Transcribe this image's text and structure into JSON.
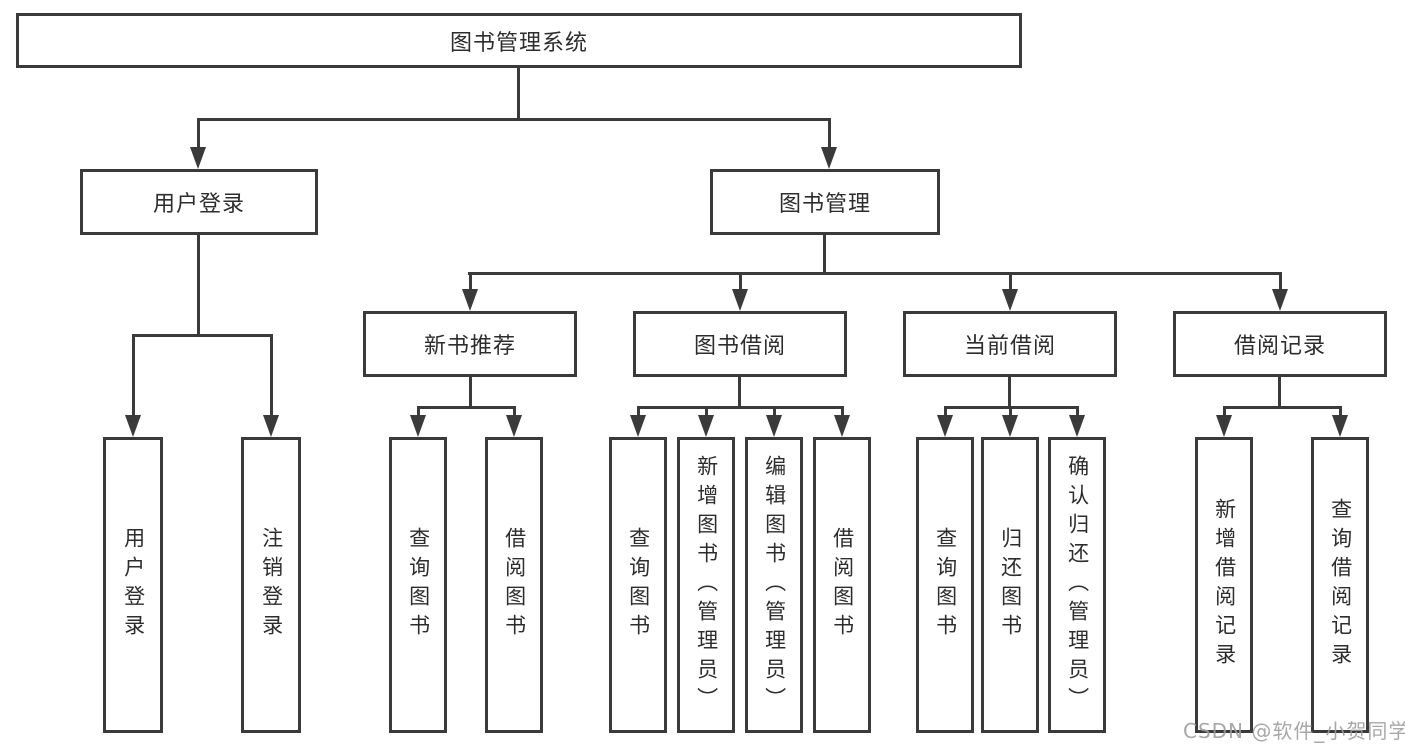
{
  "diagram": {
    "root": {
      "label": "图书管理系统"
    },
    "branches": [
      {
        "label": "用户登录",
        "children": [
          {
            "label": "用户登录"
          },
          {
            "label": "注销登录"
          }
        ]
      },
      {
        "label": "图书管理",
        "children": [
          {
            "label": "新书推荐",
            "children": [
              {
                "label": "查询图书"
              },
              {
                "label": "借阅图书"
              }
            ]
          },
          {
            "label": "图书借阅",
            "children": [
              {
                "label": "查询图书"
              },
              {
                "label": "新增图书（管理员）"
              },
              {
                "label": "编辑图书（管理员）"
              },
              {
                "label": "借阅图书"
              }
            ]
          },
          {
            "label": "当前借阅",
            "children": [
              {
                "label": "查询图书"
              },
              {
                "label": "归还图书"
              },
              {
                "label": "确认归还（管理员）"
              }
            ]
          },
          {
            "label": "借阅记录",
            "children": [
              {
                "label": "新增借阅记录"
              },
              {
                "label": "查询借阅记录"
              }
            ]
          }
        ]
      }
    ]
  },
  "watermark": {
    "text": "CSDN @软件_小贺同学"
  },
  "colors": {
    "line": "#3a3a3a",
    "text": "#2d2d2d",
    "watermark": "#9c9c9c",
    "background": "#ffffff"
  }
}
